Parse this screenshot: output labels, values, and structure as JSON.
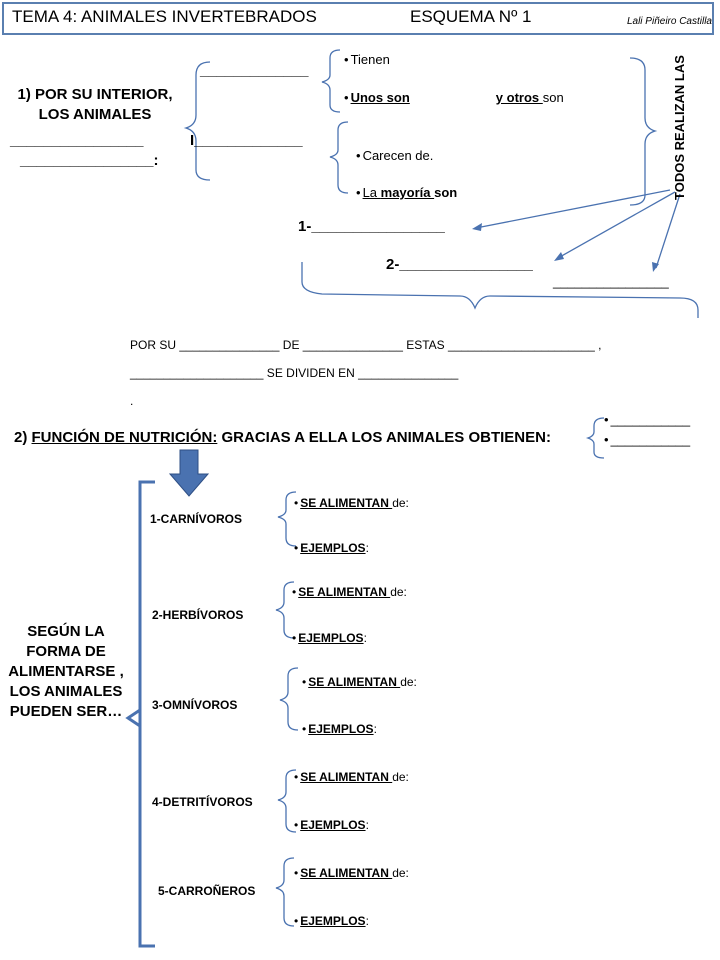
{
  "header": {
    "title": "TEMA 4: ANIMALES INVERTEBRADOS",
    "scheme": "ESQUEMA   Nº 1",
    "author": "Lali Piñeiro Castilla"
  },
  "section1": {
    "heading_line1": "1) POR SU INTERIOR,",
    "heading_line2": "LOS ANIMALES",
    "blank_a": "________________",
    "blank_b": "________________:",
    "blank_right_top": "_____________",
    "blank_right_mid": "I_____________",
    "tienen": "Tienen",
    "unos_son": "Unos son",
    "y_otros": "y otros ",
    "son": "son",
    "carecen": "Carecen de.",
    "la": "La ",
    "mayoria": "mayoría ",
    "son2": "son",
    "todos_realizan": "TODOS REALIZAN LAS",
    "item1": "1-________________",
    "item2": "2-________________",
    "item3": "________________",
    "sentence_line1": "POR SU _______________ DE _______________ ESTAS ______________________ ,",
    "sentence_line2": "____________________ SE DIVIDEN EN _______________",
    "sentence_line3": "."
  },
  "section2": {
    "prefix": "2) ",
    "underlined": "FUNCIÓN DE NUTRICIÓN:",
    "rest": " GRACIAS A ELLA LOS ANIMALES OBTIENEN:",
    "blank1": "___________",
    "blank2": "___________"
  },
  "section3": {
    "label_lines": [
      "SEGÚN LA",
      "FORMA DE",
      "ALIMENTARSE ,",
      "LOS ANIMALES",
      "PUEDEN SER…"
    ],
    "groups": [
      {
        "name": "1-CARNÍVOROS",
        "feed": "SE ALIMENTAN ",
        "feed_rest": "de:",
        "examples": "EJEMPLOS",
        "ex_rest": ":"
      },
      {
        "name": "2-HERBÍVOROS",
        "feed": "SE ALIMENTAN ",
        "feed_rest": "de:",
        "examples": "EJEMPLOS",
        "ex_rest": ":"
      },
      {
        "name": "3-OMNÍVOROS",
        "feed": "SE ALIMENTAN ",
        "feed_rest": "de:",
        "examples": "EJEMPLOS",
        "ex_rest": ":"
      },
      {
        "name": "4-DETRITÍVOROS",
        "feed": "SE ALIMENTAN ",
        "feed_rest": "de:",
        "examples": "EJEMPLOS",
        "ex_rest": ":"
      },
      {
        "name": "5-CARROÑEROS",
        "feed": "SE ALIMENTAN ",
        "feed_rest": "de:",
        "examples": "EJEMPLOS",
        "ex_rest": ":"
      }
    ]
  },
  "colors": {
    "line": "#4a72b0",
    "arrow_fill": "#4a72b0"
  }
}
